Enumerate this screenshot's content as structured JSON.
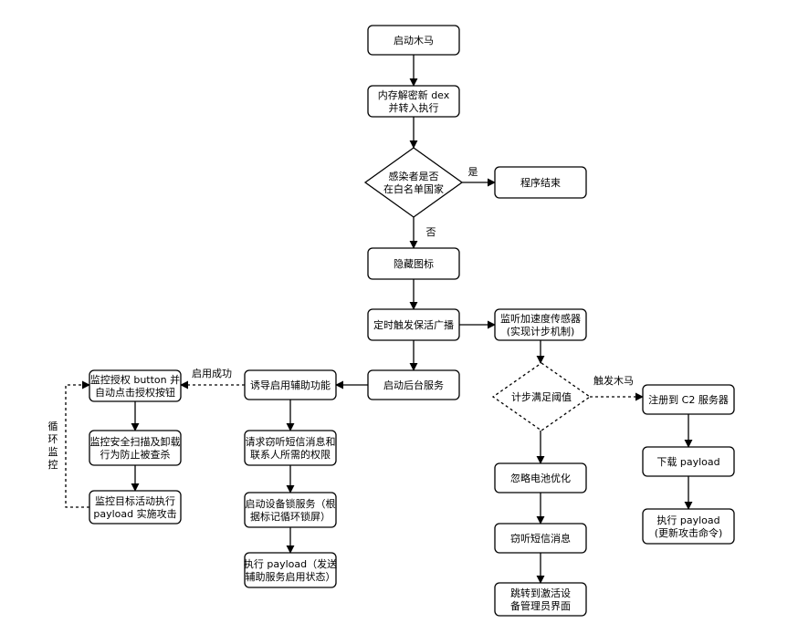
{
  "nodes": {
    "start": [
      "启动木马"
    ],
    "decrypt": [
      "内存解密新 dex",
      "并转入执行"
    ],
    "whitelist": [
      "感染者是否",
      "在白名单国家"
    ],
    "end": [
      "程序结束"
    ],
    "hide_icon": [
      "隐藏图标"
    ],
    "keepalive": [
      "定时触发保活广播"
    ],
    "bg_service": [
      "启动后台服务"
    ],
    "accessibility": [
      "诱导启用辅助功能"
    ],
    "request_perm": [
      "请求窃听短信消息和",
      "联系人所需的权限"
    ],
    "device_lock": [
      "启动设备锁服务（根",
      "据标记循环锁屏）"
    ],
    "exec_status": [
      "执行 payload（发送",
      "辅助服务启用状态）"
    ],
    "monitor_button": [
      "监控授权 button 并",
      "自动点击授权按钮"
    ],
    "monitor_scan": [
      "监控安全扫描及卸载",
      "行为防止被查杀"
    ],
    "monitor_target": [
      "监控目标活动执行",
      "payload 实施攻击"
    ],
    "accel": [
      "监听加速度传感器",
      "(实现计步机制)"
    ],
    "step_check": [
      "计步满足阈值"
    ],
    "ignore_battery": [
      "忽略电池优化"
    ],
    "steal_sms": [
      "窃听短信消息"
    ],
    "device_admin": [
      "跳转到激活设",
      "备管理员界面"
    ],
    "register_c2": [
      "注册到 C2 服务器"
    ],
    "download": [
      "下载 payload"
    ],
    "exec_update": [
      "执行 payload",
      "(更新攻击命令)"
    ]
  },
  "edge_labels": {
    "yes": "是",
    "no": "否",
    "enabled": "启用成功",
    "trigger": "触发木马",
    "loop": [
      "循",
      "环",
      "监",
      "控"
    ]
  },
  "colors": {
    "stroke": "#000000",
    "fill": "#ffffff"
  }
}
